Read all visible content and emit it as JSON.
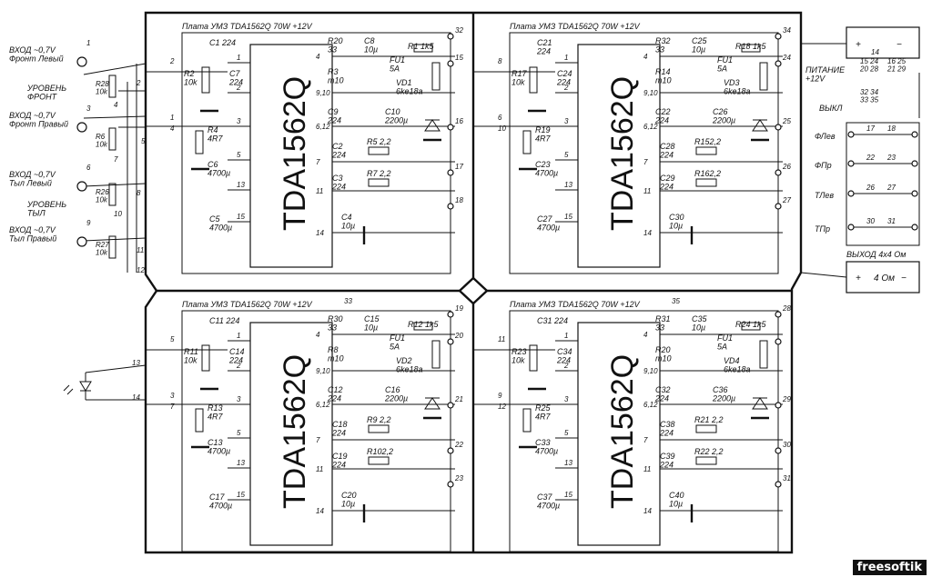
{
  "inputs": [
    {
      "label": "ВХОД ~0,7V\nФронт Левый",
      "pin": "1"
    },
    {
      "label": "ВХОД ~0,7V\nФронт Правый",
      "pin": "3"
    },
    {
      "label": "ВХОД ~0,7V\nТыл Левый",
      "pin": "6"
    },
    {
      "label": "ВХОД ~0,7V\nТыл Правый",
      "pin": "9"
    }
  ],
  "level_front": "УРОВЕНЬ\nФРОНТ",
  "level_rear": "УРОВЕНЬ\nТЫЛ",
  "amps": [
    {
      "title": "Плата УМЗ TDA1562Q 70W +12V",
      "chip": "TDA1562Q",
      "in_pins": [
        "2",
        "4",
        "1",
        "4"
      ],
      "out_pins": [
        "32",
        "15",
        "16",
        "17",
        "18"
      ],
      "top_pin": "",
      "parts": {
        "ca": "C1 224",
        "ra": "R2\n10k",
        "cb": "C7\n224",
        "rg": "R4\n4R7",
        "cg": "C6\n4700µ",
        "cbig": "C5\n4700µ",
        "rtop": "R20\n33",
        "rm": "R3\nm10",
        "c8": "C8\n10µ",
        "r1": "R1 1k5",
        "fu": "FU1\n5A",
        "vd": "VD1\n6ke18a",
        "c9": "C9\n224",
        "c10": "C10\n2200µ",
        "c2": "C2\n224",
        "r5": "R5 2,2",
        "c3": "C3\n224",
        "r7": "R7 2,2",
        "c4": "C4\n10µ"
      }
    },
    {
      "title": "Плата УМЗ TDA1562Q 70W +12V",
      "chip": "TDA1562Q",
      "in_pins": [
        "8",
        "",
        "6",
        "10"
      ],
      "out_pins": [
        "34",
        "24",
        "25",
        "26",
        "27"
      ],
      "top_pin": "",
      "parts": {
        "ca": "C21\n224",
        "ra": "R17\n10k",
        "cb": "C24\n224",
        "rg": "R19\n4R7",
        "cg": "C23\n4700µ",
        "cbig": "C27\n4700µ",
        "rtop": "R32\n33",
        "rm": "R14\nm10",
        "c8": "C25\n10µ",
        "r1": "R18 1k5",
        "fu": "FU1\n5A",
        "vd": "VD3\n6ke18a",
        "c9": "C22\n224",
        "c10": "C26\n2200µ",
        "c2": "C28\n224",
        "r5": "R152,2",
        "c3": "C29\n224",
        "r7": "R162,2",
        "c4": "C30\n10µ"
      }
    },
    {
      "title": "Плата УМЗ TDA1562Q 70W +12V",
      "chip": "TDA1562Q",
      "in_pins": [
        "5",
        "",
        "3",
        "7"
      ],
      "out_pins": [
        "19",
        "20",
        "21",
        "22",
        "23"
      ],
      "top_pin": "33",
      "parts": {
        "ca": "C11 224",
        "ra": "R11\n10k",
        "cb": "C14\n224",
        "rg": "R13\n4R7",
        "cg": "C13\n4700µ",
        "cbig": "C17\n4700µ",
        "rtop": "R30\n33",
        "rm": "R8\nm10",
        "c8": "C15\n10µ",
        "r1": "R12 1k5",
        "fu": "FU1\n5A",
        "vd": "VD2\n6ke18a",
        "c9": "C12\n224",
        "c10": "C16\n2200µ",
        "c2": "C18\n224",
        "r5": "R9 2,2",
        "c3": "C19\n224",
        "r7": "R102,2",
        "c4": "C20\n10µ"
      }
    },
    {
      "title": "Плата УМЗ TDA1562Q 70W +12V",
      "chip": "TDA1562Q",
      "in_pins": [
        "11",
        "",
        "9",
        "12"
      ],
      "out_pins": [
        "28",
        "",
        "29",
        "30",
        "31"
      ],
      "top_pin": "35",
      "parts": {
        "ca": "C31 224",
        "ra": "R23\n10k",
        "cb": "C34\n224",
        "rg": "R25\n4R7",
        "cg": "C33\n4700µ",
        "cbig": "C37\n4700µ",
        "rtop": "R31\n33",
        "rm": "R20\nm10",
        "c8": "C35\n10µ",
        "r1": "R24 1k5",
        "fu": "FU1\n5A",
        "vd": "VD4\n6ke18a",
        "c9": "C32\n224",
        "c10": "C36\n2200µ",
        "c2": "C38\n224",
        "r5": "R21 2,2",
        "c3": "C39\n224",
        "r7": "R22 2,2",
        "c4": "C40\n10µ"
      }
    }
  ],
  "chip_pins": [
    "1",
    "2",
    "3",
    "5",
    "13",
    "15",
    "4",
    "9,10",
    "6,12",
    "7",
    "11",
    "14"
  ],
  "level_resistors": [
    "R28\n10k",
    "R6\n10k",
    "R26\n10k",
    "R27\n10k"
  ],
  "level_pins": [
    "2",
    "4",
    "5",
    "7",
    "8",
    "10",
    "11",
    "12"
  ],
  "led_pins": [
    "13",
    "14"
  ],
  "power": {
    "label": "ПИТАНИЕ\n+12V",
    "pins": "15 24\n20 28",
    "pins2": "16 25\n21 29",
    "off": "ВЫКЛ",
    "off_pins": "32 34\n33 35",
    "pin14": "14",
    "plus": "+",
    "minus": "−"
  },
  "outputs": [
    {
      "label": "ФЛев",
      "a": "17",
      "b": "18"
    },
    {
      "label": "ФПр",
      "a": "22",
      "b": "23"
    },
    {
      "label": "ТЛев",
      "a": "26",
      "b": "27"
    },
    {
      "label": "ТПр",
      "a": "30",
      "b": "31"
    }
  ],
  "output_title": "ВЫХОД 4х4 Ом",
  "speaker": "4 Ом",
  "watermark": "freesoftik"
}
